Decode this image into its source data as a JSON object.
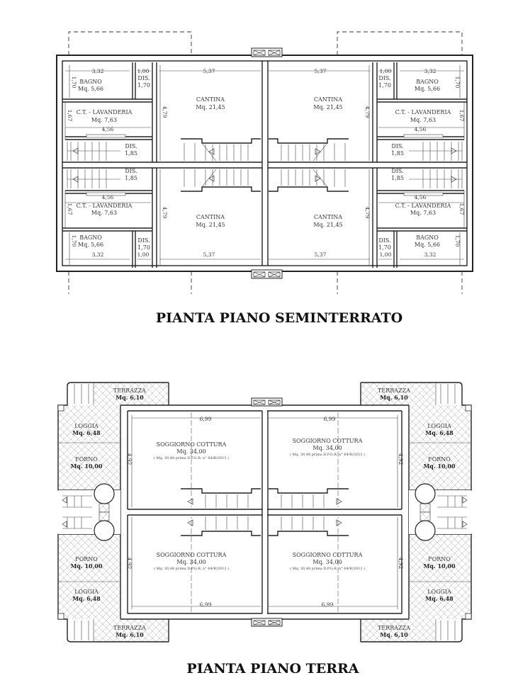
{
  "basement": {
    "title": "PIANTA PIANO SEMINTERRATO",
    "rooms": {
      "bagno": "BAGNO",
      "bagno_area": "Mq. 5,66",
      "dis": "DIS.",
      "dis1_area": "1,70",
      "dis2_area": "1,85",
      "cantina": "CANTINA",
      "cantina_area": "Mq. 21,45",
      "ct": "C.T. - LAVANDERIA",
      "ct_area": "Mq. 7,63"
    },
    "dims": {
      "bagno_w": "3,32",
      "dis_w": "1,00",
      "cantina_w": "5,37",
      "bagno_h": "1,70",
      "ct_h": "1,67",
      "ct_w": "4,56",
      "cantina_h": "4,79"
    }
  },
  "ground": {
    "title": "PIANTA PIANO TERRA",
    "rooms": {
      "terrazza": "TERRAZZA",
      "terrazza_area": "Mq. 6,10",
      "loggia": "LOGGIA",
      "loggia_area": "Mq. 6,48",
      "forno": "FORNO",
      "forno_area": "Mq. 10,00",
      "soggiorno": "SOGGIORNO   COTTURA",
      "soggiorno_area": "Mq. 34,00",
      "soggiorno_note": "( Mq. 30,48 prima D.P.G.R. n° 64/R/2013 )"
    },
    "dims": {
      "room_w": "6,99",
      "room_h": "4,92"
    }
  }
}
